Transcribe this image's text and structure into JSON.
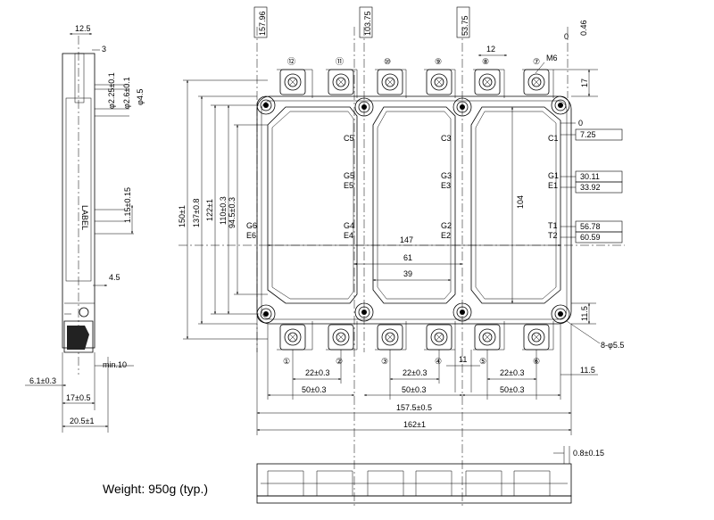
{
  "weight_label": "Weight: 950g (typ.)",
  "side_view": {
    "label": "LABEL",
    "dims": {
      "d_12_5": "12.5",
      "d_3": "3",
      "d_phi225": "φ2.25±0.1",
      "d_phi26": "φ2.6±0.1",
      "d_phi45": "φ4.5",
      "d_115": "1.15±0.15",
      "d_45": "4.5",
      "d_min10": "min.10",
      "d_61": "6.1±0.3",
      "d_17": "17±0.5",
      "d_205": "20.5±1"
    }
  },
  "top_view": {
    "dims_top": {
      "d_15796": "157.96",
      "d_10375": "103.75",
      "d_5375": "53.75",
      "d_0": "0",
      "d_046": "0.46",
      "d_12": "12",
      "d_m6": "M6",
      "d_17": "17"
    },
    "dims_left": {
      "d_150": "150±1",
      "d_137": "137±0.8",
      "d_122": "122±1",
      "d_110": "110±0.3",
      "d_945": "94.5±0.3"
    },
    "dims_right": {
      "d_0": "0",
      "d_725": "7.25",
      "d_3011": "30.11",
      "d_3392": "33.92",
      "d_5678": "56.78",
      "d_6059": "60.59",
      "d_115r": "11.5",
      "d_hole": "8-φ5.5",
      "d_115b": "11.5"
    },
    "dims_center": {
      "d_147": "147",
      "d_61": "61",
      "d_39": "39",
      "d_104": "104"
    },
    "dims_bottom": {
      "d_22a": "22±0.3",
      "d_22b": "22±0.3",
      "d_22c": "22±0.3",
      "d_11": "11",
      "d_50a": "50±0.3",
      "d_50b": "50±0.3",
      "d_50c": "50±0.3",
      "d_1575": "157.5±0.5",
      "d_162": "162±1"
    },
    "terminals_top": [
      "⑫",
      "⑪",
      "⑩",
      "⑨",
      "⑧",
      "⑦"
    ],
    "terminals_bottom": [
      "①",
      "②",
      "③",
      "④",
      "⑤",
      "⑥"
    ],
    "pins": {
      "c5": "C5",
      "c3": "C3",
      "c1": "C1",
      "g5": "G5",
      "e5": "E5",
      "g3": "G3",
      "e3": "E3",
      "g1": "G1",
      "e1": "E1",
      "g6": "G6",
      "e6": "E6",
      "g4": "G4",
      "e4": "E4",
      "g2": "G2",
      "e2": "E2",
      "t1": "T1",
      "t2": "T2"
    }
  },
  "bottom_view": {
    "d_08": "0.8±0.15"
  }
}
